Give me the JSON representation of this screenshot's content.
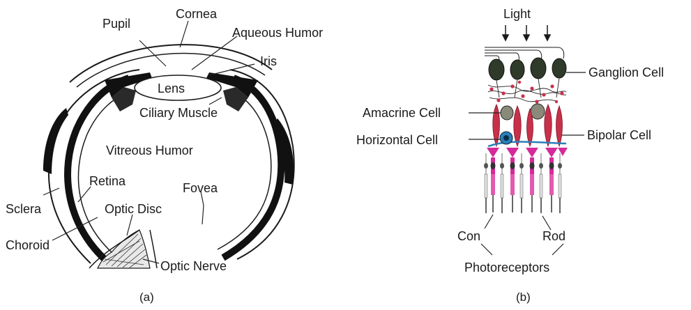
{
  "panel_a": {
    "labels": {
      "pupil": "Pupil",
      "cornea": "Cornea",
      "aqueous_humor": "Aqueous Humor",
      "iris": "Iris",
      "lens": "Lens",
      "ciliary_muscle": "Ciliary Muscle",
      "vitreous_humor": "Vitreous Humor",
      "retina": "Retina",
      "fovea": "Fovea",
      "sclera": "Sclera",
      "optic_disc": "Optic Disc",
      "choroid": "Choroid",
      "optic_nerve": "Optic Nerve"
    },
    "caption": "(a)"
  },
  "panel_b": {
    "labels": {
      "light": "Light",
      "ganglion_cell": "Ganglion Cell",
      "amacrine_cell": "Amacrine Cell",
      "horizontal_cell": "Horizontal Cell",
      "bipolar_cell": "Bipolar Cell",
      "cone": "Con",
      "rod": "Rod",
      "photoreceptors": "Photoreceptors"
    },
    "caption": "(b)"
  },
  "colors": {
    "outline": "#1a1a1a",
    "ganglion": "#2f3a2a",
    "bipolar": "#c8304a",
    "horizontal": "#2a7fb8",
    "photoreceptor": "#d42a9a",
    "amacrine": "#8a8a7a"
  }
}
